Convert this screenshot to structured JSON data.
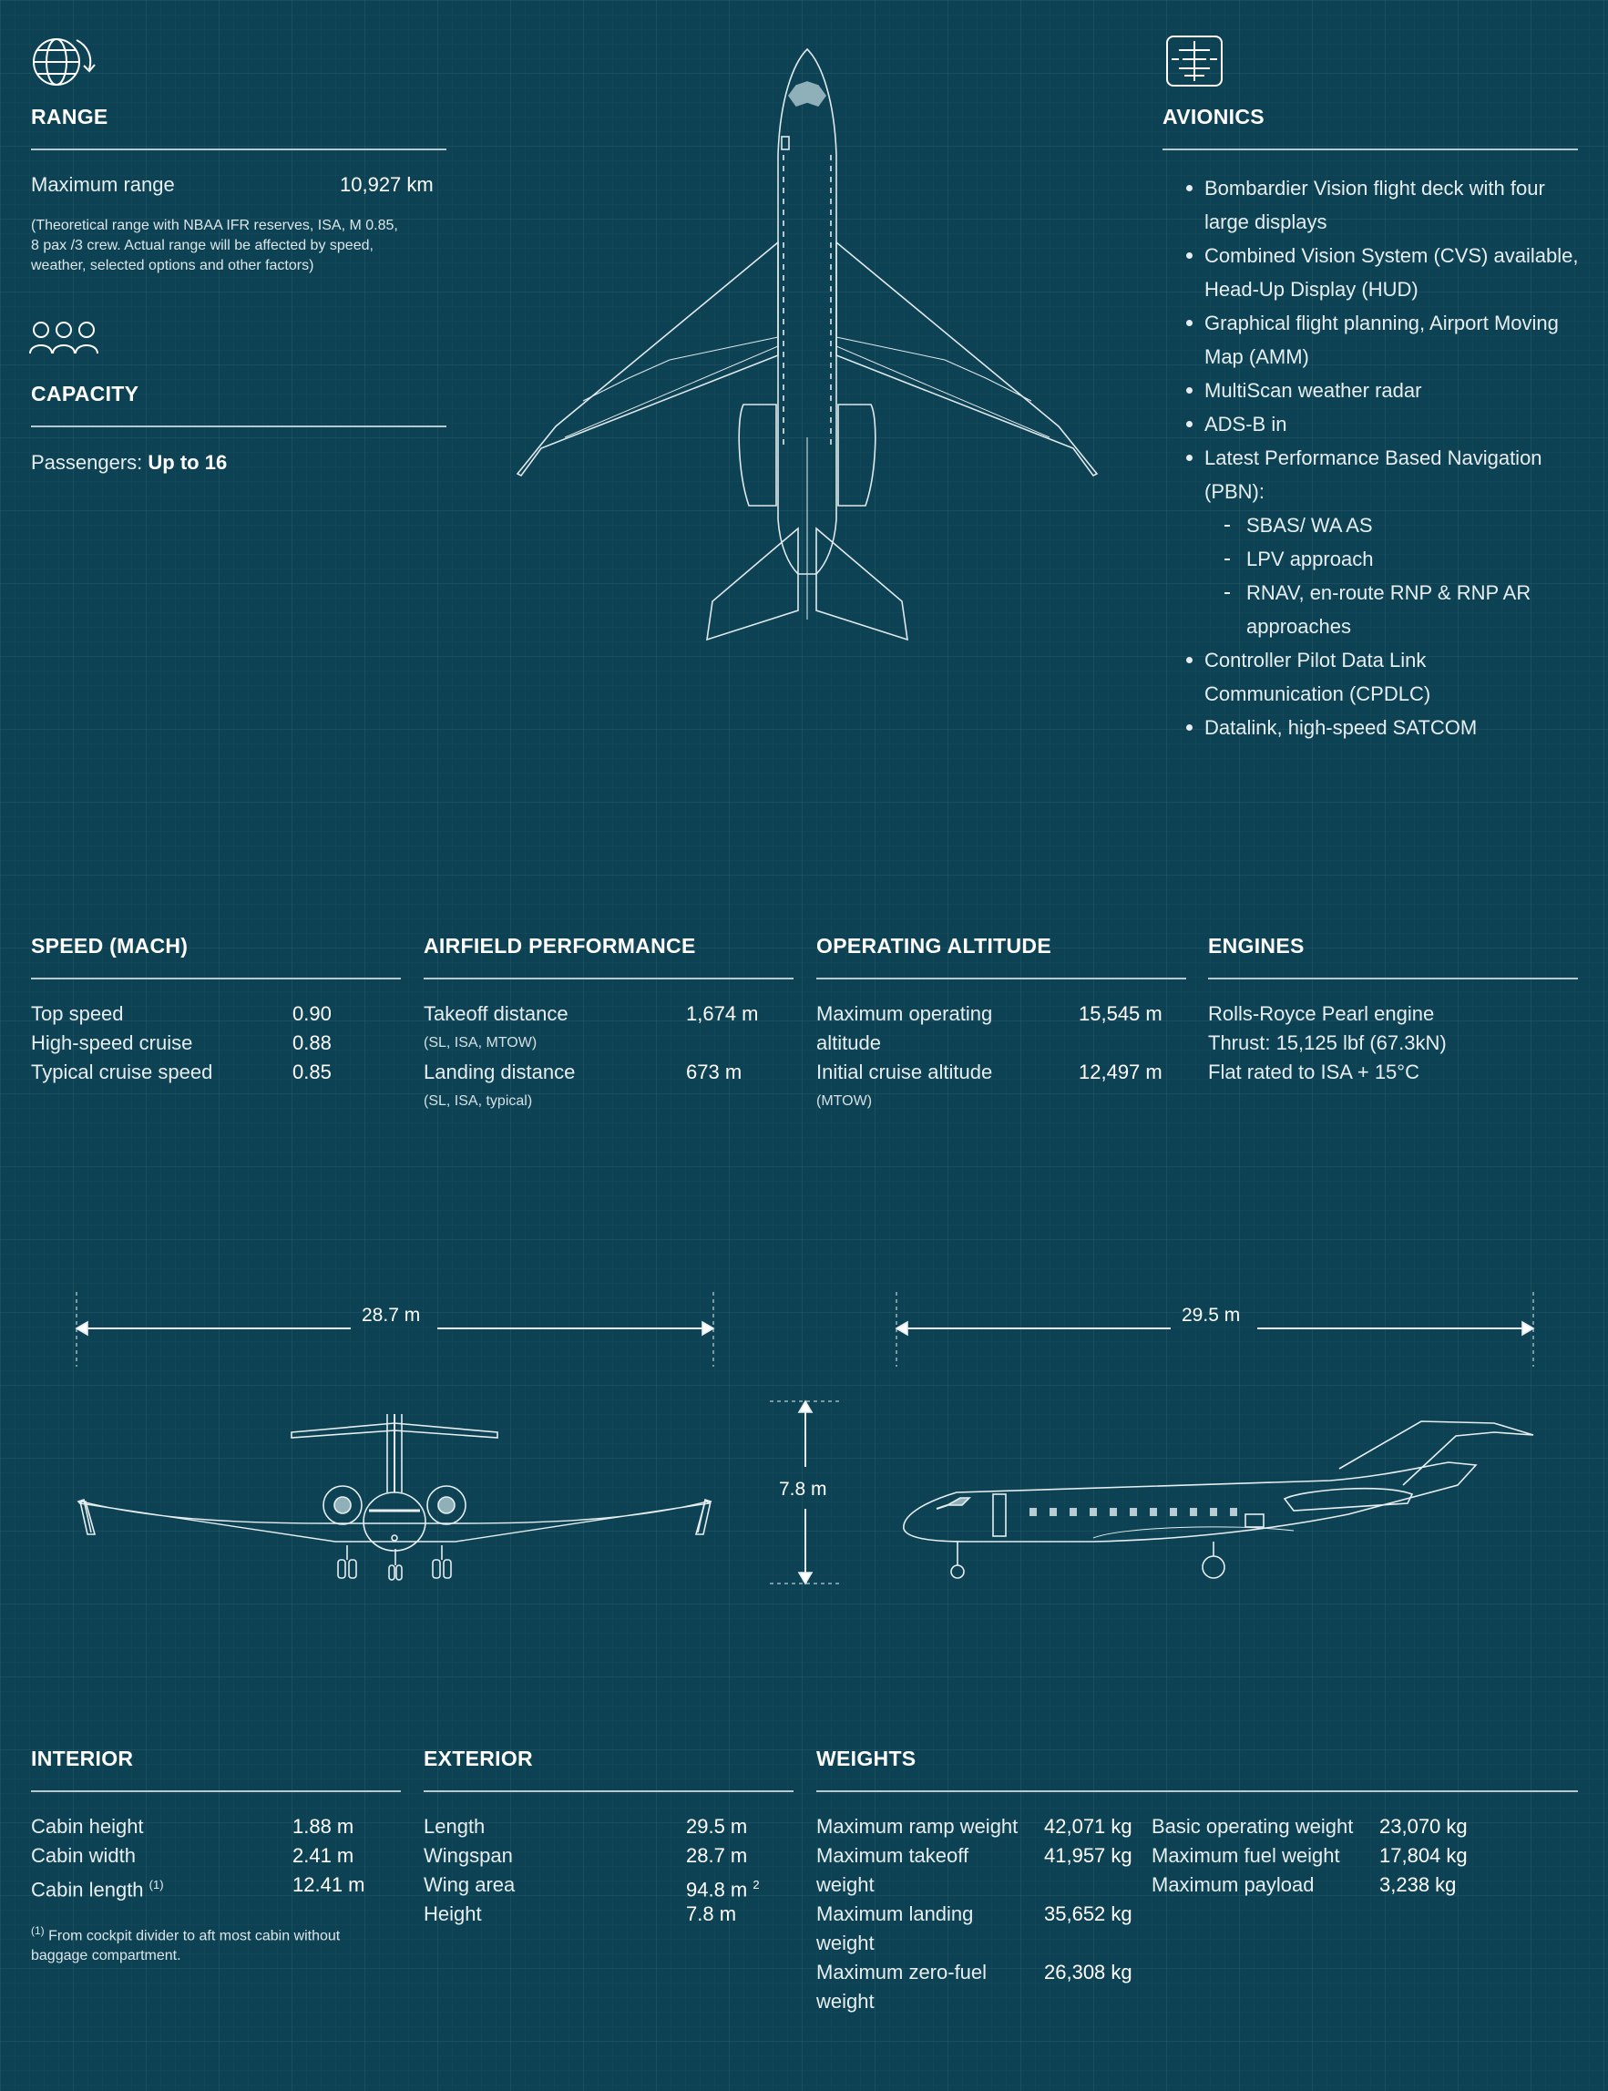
{
  "range": {
    "heading": "RANGE",
    "label": "Maximum range",
    "value": "10,927 km",
    "note_line1": "(Theoretical range with NBAA IFR reserves, ISA, M 0.85,",
    "note_line2": "8 pax /3 crew. Actual range will be affected by speed,",
    "note_line3": "weather, selected options and other factors)",
    "icon": "globe-arrow-icon"
  },
  "capacity": {
    "heading": "CAPACITY",
    "label": "Passengers:",
    "value": "Up to 16",
    "icon": "people-icon"
  },
  "avionics": {
    "heading": "AVIONICS",
    "icon": "attitude-indicator-icon",
    "items": [
      {
        "line1": "Bombardier Vision flight deck with four",
        "line2": "large displays"
      },
      {
        "line1": "Combined Vision System (CVS) available,",
        "line2": "Head-Up Display (HUD)"
      },
      {
        "line1": "Graphical flight planning, Airport Moving",
        "line2": "Map (AMM)"
      },
      {
        "line1": "MultiScan weather radar"
      },
      {
        "line1": "ADS-B in"
      },
      {
        "line1": "Latest Performance Based Navigation",
        "line2": "(PBN):"
      },
      {
        "line1": "Controller Pilot Data Link",
        "line2": "Communication (CPDLC)"
      },
      {
        "line1": "Datalink, high-speed SATCOM"
      }
    ],
    "sub_items": [
      {
        "line1": "SBAS/ WA AS"
      },
      {
        "line1": "LPV approach"
      },
      {
        "line1": "RNAV, en-route RNP & RNP AR",
        "line2": "approaches"
      }
    ]
  },
  "speed": {
    "heading": "SPEED (MACH)",
    "rows": [
      {
        "label": "Top speed",
        "value": "0.90"
      },
      {
        "label": "High-speed cruise",
        "value": "0.88"
      },
      {
        "label": "Typical cruise speed",
        "value": "0.85"
      }
    ]
  },
  "airfield": {
    "heading": "AIRFIELD PERFORMANCE",
    "rows": [
      {
        "label": "Takeoff distance",
        "sub": "(SL, ISA, MTOW)",
        "value": "1,674 m"
      },
      {
        "label": "Landing distance",
        "sub": "(SL, ISA, typical)",
        "value": "673 m"
      }
    ]
  },
  "altitude": {
    "heading": "OPERATING ALTITUDE",
    "rows": [
      {
        "label1": "Maximum operating",
        "label2": "altitude",
        "value": "15,545 m"
      },
      {
        "label1": "Initial cruise altitude",
        "label2": "(MTOW)",
        "value": "12,497 m"
      }
    ]
  },
  "engines": {
    "heading": "ENGINES",
    "lines": [
      "Rolls-Royce Pearl engine",
      "Thrust: 15,125 lbf (67.3kN)",
      "Flat rated to ISA + 15°C"
    ]
  },
  "dimensions": {
    "wingspan": "28.7 m",
    "length": "29.5 m",
    "height": "7.8 m"
  },
  "interior": {
    "heading": "INTERIOR",
    "rows": [
      {
        "label": "Cabin height",
        "value": "1.88 m"
      },
      {
        "label": "Cabin width",
        "value": "2.41 m"
      },
      {
        "label": "Cabin length",
        "sup": "(1)",
        "value": "12.41 m"
      }
    ],
    "footnote_sup": "(1)",
    "footnote_line1": "From cockpit divider to aft most cabin without",
    "footnote_line2": "baggage compartment."
  },
  "exterior": {
    "heading": "EXTERIOR",
    "rows": [
      {
        "label": "Length",
        "value": "29.5 m"
      },
      {
        "label": "Wingspan",
        "value": "28.7 m"
      },
      {
        "label": "Wing area",
        "value": "94.8 m",
        "sup": "2"
      },
      {
        "label": "Height",
        "value": "7.8 m"
      }
    ]
  },
  "weights": {
    "heading": "WEIGHTS",
    "left": [
      {
        "label1": "Maximum ramp weight",
        "value": "42,071 kg"
      },
      {
        "label1": "Maximum takeoff",
        "label2": "weight",
        "value": "41,957 kg"
      },
      {
        "label1": "Maximum landing",
        "label2": "weight",
        "value": "35,652 kg"
      },
      {
        "label1": "Maximum zero-fuel",
        "label2": "weight",
        "value": "26,308 kg"
      }
    ],
    "right": [
      {
        "label": "Basic operating weight",
        "value": "23,070 kg"
      },
      {
        "label": "Maximum fuel weight",
        "value": "17,804 kg"
      },
      {
        "label": "Maximum payload",
        "value": "3,238 kg"
      }
    ]
  }
}
